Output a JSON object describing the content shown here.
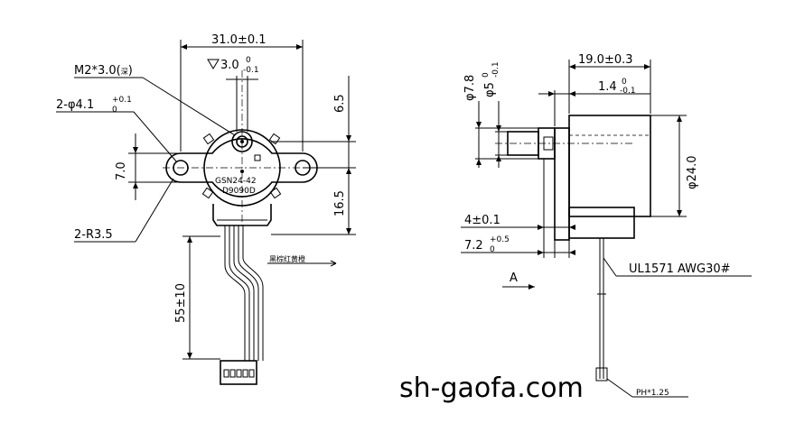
{
  "front_view": {
    "width_dim": "31.0±0.1",
    "depth_dim": "3.0",
    "depth_tol_top": "0",
    "depth_tol_bot": "-0.1",
    "thread_note": "M2*3.0(",
    "thread_note_cn": "深",
    "thread_note_close": ")",
    "hole_note": "2-φ4.1",
    "hole_tol_top": "+0.1",
    "hole_tol_bot": "0",
    "hole_pitch": "7.0",
    "radius_note": "2-R3.5",
    "offset_top": "6.5",
    "offset_bottom": "16.5",
    "lead_length": "55±10",
    "label_model": "GSN24-42",
    "label_code": "D9090D",
    "wire_note": "黑棕红黄橙"
  },
  "side_view": {
    "dia_boss": "φ7.8",
    "dia_shaft": "φ5",
    "dia_shaft_tol_top": "0",
    "dia_shaft_tol_bot": "-0.1",
    "length_body": "19.0±0.3",
    "length_flat": "1.4",
    "length_flat_tol_top": "0",
    "length_flat_tol_bot": "-0.1",
    "dia_body": "φ24.0",
    "shaft_len_a": "4±0.1",
    "shaft_len_b": "7.2",
    "shaft_len_b_tol_top": "+0.5",
    "shaft_len_b_tol_bot": "0",
    "view_label": "A",
    "wire_spec": "UL1571 AWG30#",
    "connector_note": "PH*1.25"
  },
  "watermark": "sh-gaofa.com"
}
